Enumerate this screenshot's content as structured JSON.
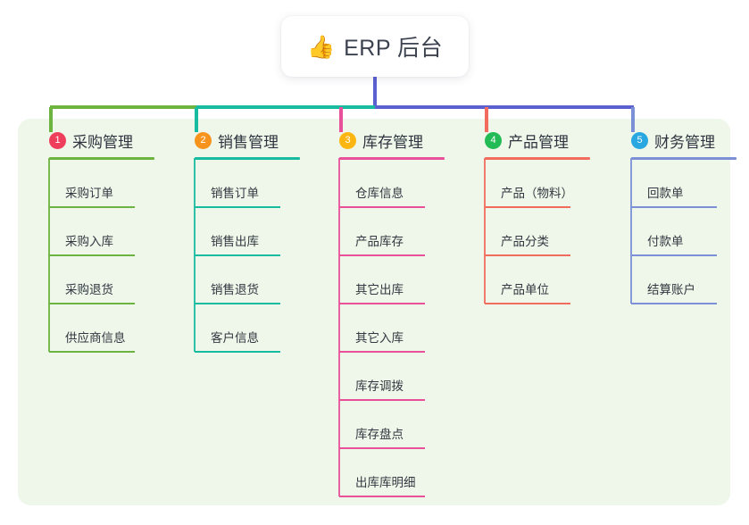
{
  "root": {
    "icon": "thumbs-up-icon",
    "emoji": "👍",
    "title": "ERP 后台"
  },
  "palette": {
    "panel_bg": "#eef7e9",
    "page_bg": "#ffffff",
    "trunk": "#5b5fd0",
    "bus_left": "#6cb33f",
    "bus_mid": "#17bca0",
    "bus_right": "#5b5fd0",
    "text": "#2f3440"
  },
  "columns": [
    {
      "index": "1",
      "title": "采购管理",
      "badge_color": "#ef3e5c",
      "line_color": "#6cb33f",
      "rule_width": 118,
      "items": [
        {
          "label": "采购订单"
        },
        {
          "label": "采购入库"
        },
        {
          "label": "采购退货"
        },
        {
          "label": "供应商信息"
        }
      ]
    },
    {
      "index": "2",
      "title": "销售管理",
      "badge_color": "#f7941e",
      "line_color": "#17bca0",
      "rule_width": 118,
      "items": [
        {
          "label": "销售订单"
        },
        {
          "label": "销售出库"
        },
        {
          "label": "销售退货"
        },
        {
          "label": "客户信息"
        }
      ]
    },
    {
      "index": "3",
      "title": "库存管理",
      "badge_color": "#fbb614",
      "line_color": "#e8509a",
      "rule_width": 118,
      "items": [
        {
          "label": "仓库信息"
        },
        {
          "label": "产品库存"
        },
        {
          "label": "其它出库"
        },
        {
          "label": "其它入库"
        },
        {
          "label": "库存调拨"
        },
        {
          "label": "库存盘点"
        },
        {
          "label": "出库库明细"
        }
      ]
    },
    {
      "index": "4",
      "title": "产品管理",
      "badge_color": "#22bb55",
      "line_color": "#f26c5e",
      "rule_width": 118,
      "items": [
        {
          "label": "产品（物料）"
        },
        {
          "label": "产品分类"
        },
        {
          "label": "产品单位"
        }
      ]
    },
    {
      "index": "5",
      "title": "财务管理",
      "badge_color": "#29a7e1",
      "line_color": "#7b90d6",
      "rule_width": 118,
      "items": [
        {
          "label": "回款单"
        },
        {
          "label": "付款单"
        },
        {
          "label": "结算账户"
        }
      ]
    }
  ]
}
